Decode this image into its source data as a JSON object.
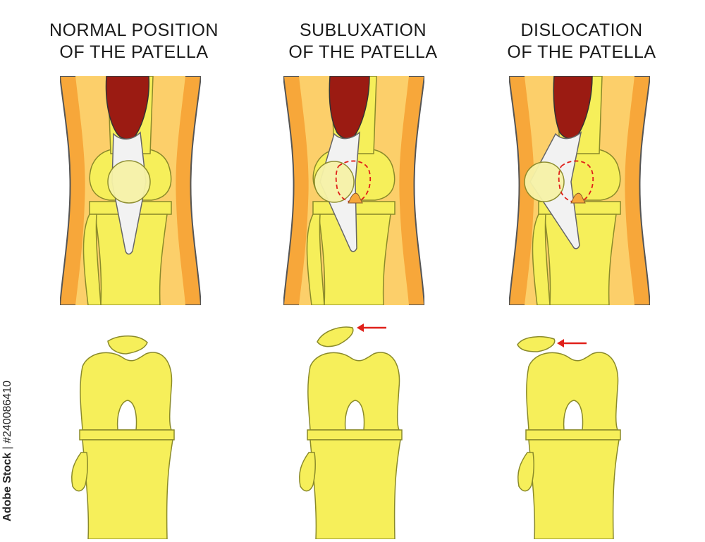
{
  "panels": [
    {
      "title_line1": "NORMAL POSITION",
      "title_line2": "OF THE PATELLA"
    },
    {
      "title_line1": "SUBLUXATION",
      "title_line2": "OF THE PATELLA"
    },
    {
      "title_line1": "DISLOCATION",
      "title_line2": "OF THE PATELLA"
    }
  ],
  "credit": {
    "brand": "Adobe Stock",
    "separator": "|",
    "id": "#240086410"
  },
  "colors": {
    "skin_orange": "#f7a73a",
    "skin_light": "#fccf6a",
    "bone_yellow": "#f6ef5a",
    "bone_light": "#f9f38f",
    "bone_outline": "#8a8a2a",
    "muscle_red": "#9b1b12",
    "tendon_white": "#f2f2f2",
    "patella_pale": "#f7f3a8",
    "arrow_red": "#e0201a",
    "title_text": "#1a1a1a"
  },
  "icons": [
    "front-knee-illustration",
    "axial-knee-illustration",
    "red-arrow-icon",
    "dashed-patella-outline"
  ]
}
